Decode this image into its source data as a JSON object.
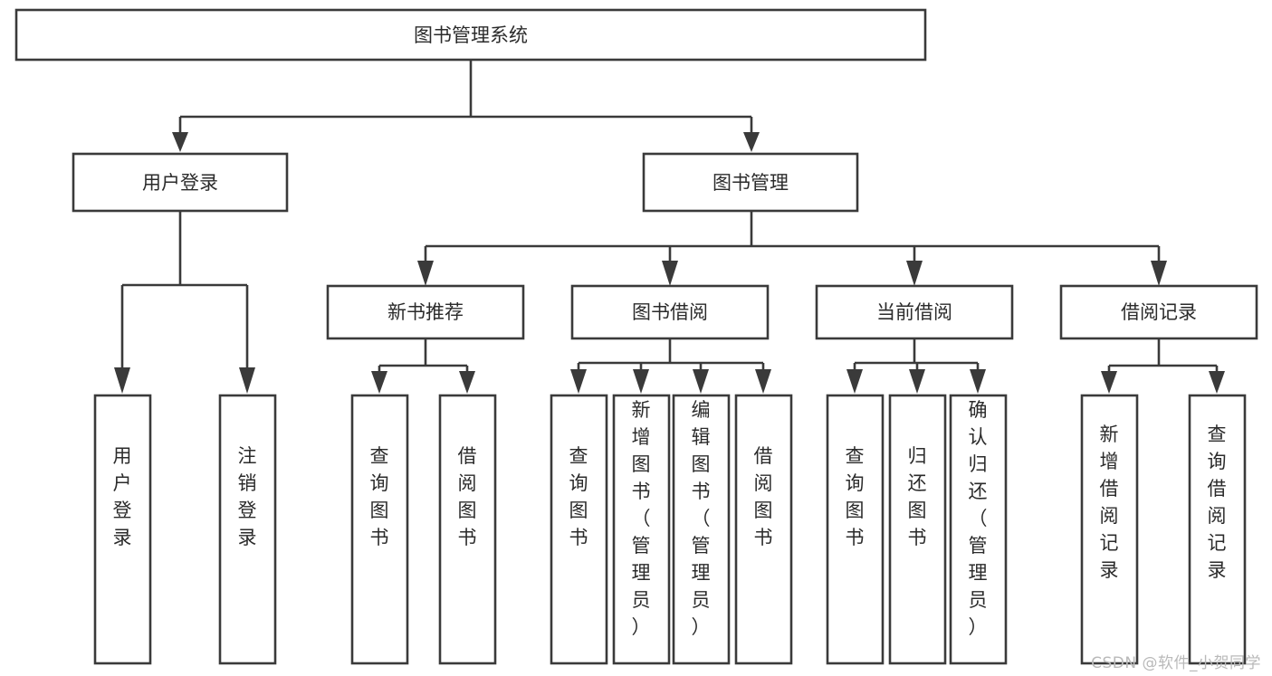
{
  "diagram": {
    "title": "图书管理系统",
    "type": "tree-hierarchy",
    "root": {
      "id": "root",
      "label": "图书管理系统"
    },
    "level2": [
      {
        "id": "user-login",
        "label": "用户登录"
      },
      {
        "id": "book-manage",
        "label": "图书管理"
      }
    ],
    "level3": [
      {
        "id": "new-book-recommend",
        "label": "新书推荐"
      },
      {
        "id": "book-borrow",
        "label": "图书借阅"
      },
      {
        "id": "current-borrow",
        "label": "当前借阅"
      },
      {
        "id": "borrow-record",
        "label": "借阅记录"
      }
    ],
    "leaves": {
      "user_login": [
        {
          "id": "leaf-user-login",
          "label": "用户登录"
        },
        {
          "id": "leaf-logout-login",
          "label": "注销登录"
        }
      ],
      "new_book_recommend": [
        {
          "id": "leaf-query-book-1",
          "label": "查询图书"
        },
        {
          "id": "leaf-borrow-book-1",
          "label": "借阅图书"
        }
      ],
      "book_borrow": [
        {
          "id": "leaf-query-book-2",
          "label": "查询图书"
        },
        {
          "id": "leaf-add-book",
          "label": "新增图书（管理员）"
        },
        {
          "id": "leaf-edit-book",
          "label": "编辑图书（管理员）"
        },
        {
          "id": "leaf-borrow-book-2",
          "label": "借阅图书"
        }
      ],
      "current_borrow": [
        {
          "id": "leaf-query-book-3",
          "label": "查询图书"
        },
        {
          "id": "leaf-return-book",
          "label": "归还图书"
        },
        {
          "id": "leaf-confirm-return",
          "label": "确认归还（管理员）"
        }
      ],
      "borrow_record": [
        {
          "id": "leaf-add-record",
          "label": "新增借阅记录"
        },
        {
          "id": "leaf-query-record",
          "label": "查询借阅记录"
        }
      ]
    }
  },
  "watermark": {
    "text": "CSDN @软件_小贺同学"
  },
  "colors": {
    "stroke": "#3a3a3a",
    "box_fill": "#ffffff",
    "text": "#2b2b2b",
    "watermark": "#b9b9b9",
    "background": "#ffffff"
  }
}
